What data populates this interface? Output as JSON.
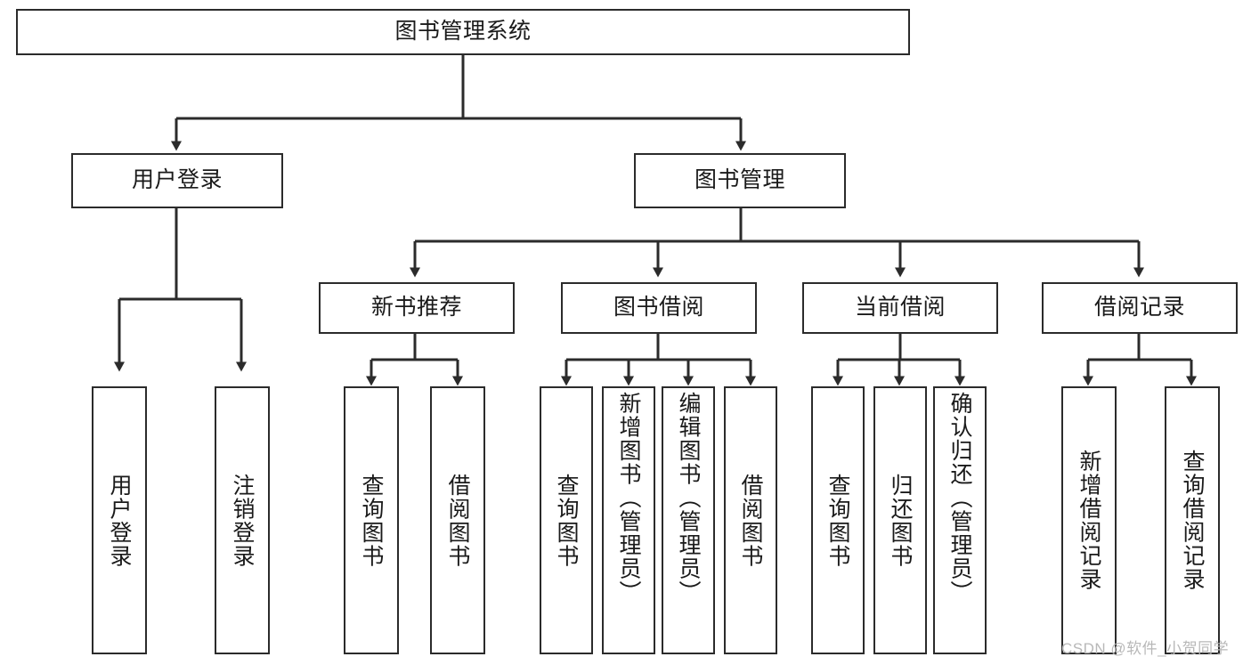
{
  "diagram": {
    "title": "图书管理系统",
    "type": "tree-hierarchy-diagram",
    "watermark": "CSDN @软件_小贺同学",
    "colors": {
      "box_border": "#2b2b2b",
      "box_fill": "#ffffff",
      "edge": "#2b2b2b",
      "text": "#1a1a1a",
      "watermark": "#b8b8b8",
      "background": "#ffffff"
    },
    "nodes": {
      "root": {
        "label": "图书管理系统"
      },
      "level2": [
        {
          "label": "用户登录"
        },
        {
          "label": "图书管理"
        }
      ],
      "level3": [
        {
          "label": "新书推荐"
        },
        {
          "label": "图书借阅"
        },
        {
          "label": "当前借阅"
        },
        {
          "label": "借阅记录"
        }
      ],
      "leaves": {
        "user_login": [
          {
            "label": "用户登录"
          },
          {
            "label": "注销登录"
          }
        ],
        "new_book_recommend": [
          {
            "label": "查询图书"
          },
          {
            "label": "借阅图书"
          }
        ],
        "book_borrow": [
          {
            "label": "查询图书"
          },
          {
            "label": "新增图书（管理员）"
          },
          {
            "label": "编辑图书（管理员）"
          },
          {
            "label": "借阅图书"
          }
        ],
        "current_borrow": [
          {
            "label": "查询图书"
          },
          {
            "label": "归还图书"
          },
          {
            "label": "确认归还（管理员）"
          }
        ],
        "borrow_record": [
          {
            "label": "新增借阅记录"
          },
          {
            "label": "查询借阅记录"
          }
        ]
      }
    }
  }
}
